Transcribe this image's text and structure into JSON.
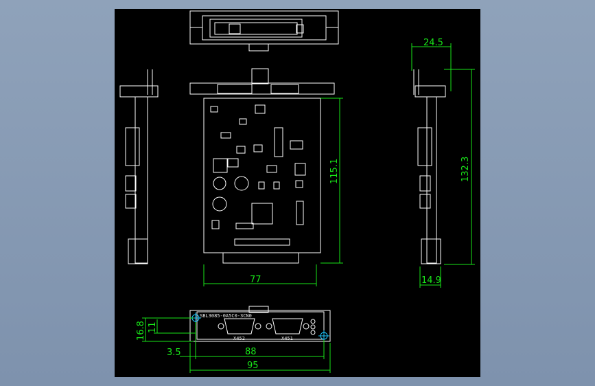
{
  "colors": {
    "background": "#8497b0",
    "canvas": "#000000",
    "line": "#ffffff",
    "dimension": "#19e619",
    "marker": "#1ec8ff"
  },
  "dimensions": {
    "top_width": "24.5",
    "front_height": "115.1",
    "front_width": "77",
    "side_height": "132.3",
    "side_depth": "14.9",
    "bottom_height_outer": "16.8",
    "bottom_height_inner": "11",
    "bottom_offset": "3.5",
    "bottom_hole_spacing": "88",
    "bottom_total_width": "95"
  },
  "labels": {
    "part_number": "SBL3085-0A5C0-3CN0",
    "connector_left": "X452",
    "connector_right": "X451"
  }
}
